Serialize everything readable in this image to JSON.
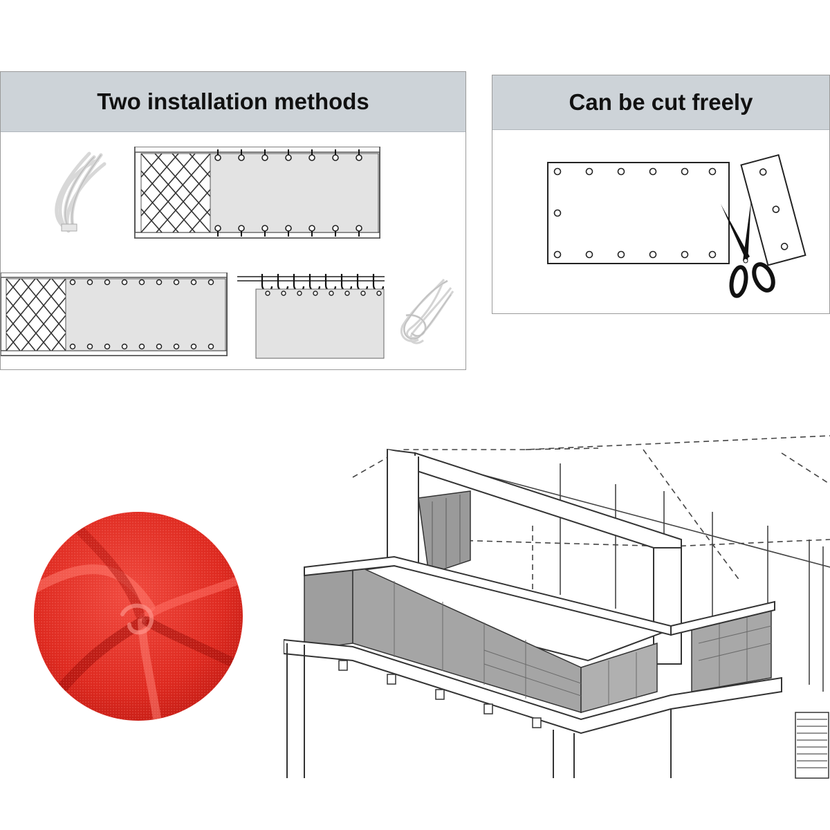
{
  "panels": {
    "install": {
      "title": "Two installation methods"
    },
    "cut": {
      "title": "Can be cut freely"
    }
  },
  "colors": {
    "header": "#cdd3d8",
    "panel_fill": "#e3e3e3",
    "fabric_red": "#e0251f",
    "line": "#222222"
  },
  "icons": {
    "cable_ties": "cable-ties-icon",
    "rope": "rope-coil-icon",
    "scissors": "scissors-icon",
    "fabric": "red-fabric-swatch"
  }
}
